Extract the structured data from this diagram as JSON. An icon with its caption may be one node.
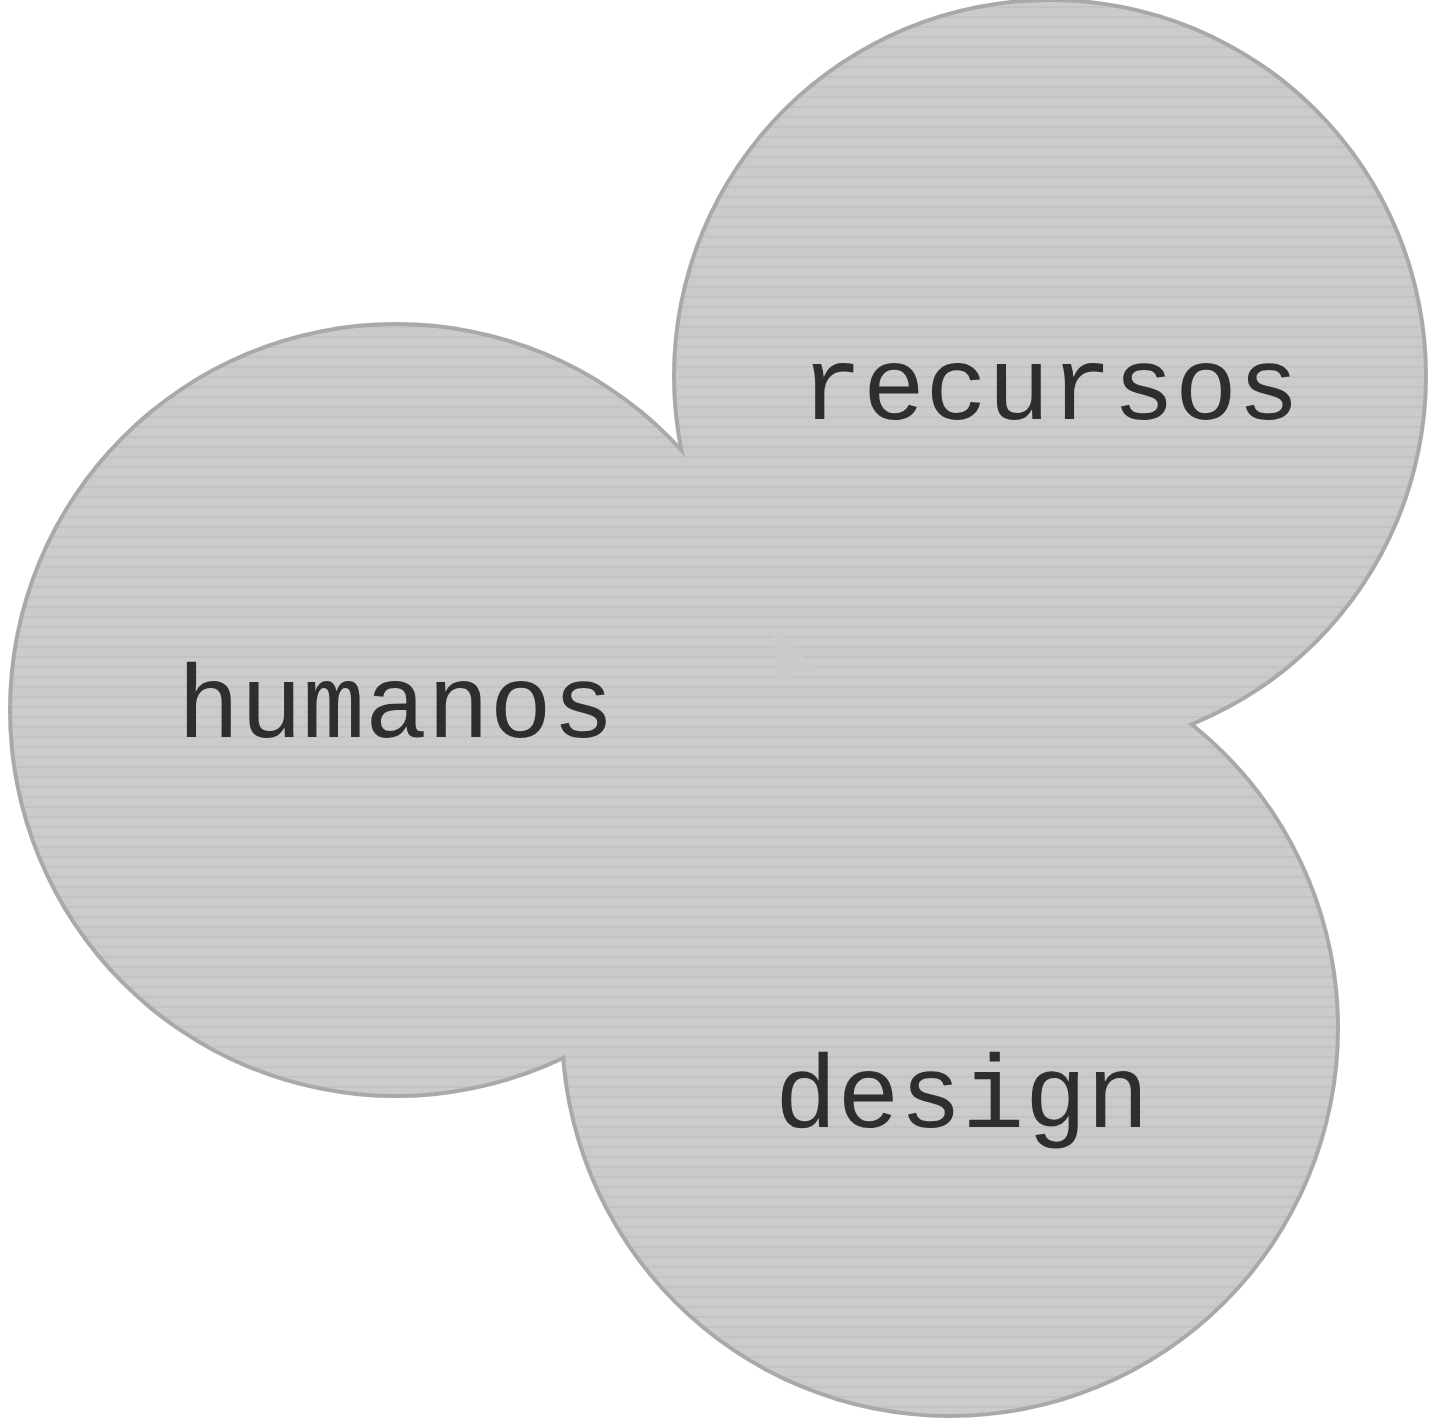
{
  "diagram": {
    "nodes": [
      {
        "text": [
          "recursos",
          "humanos",
          "design"
        ]
      }
    ]
  }
}
